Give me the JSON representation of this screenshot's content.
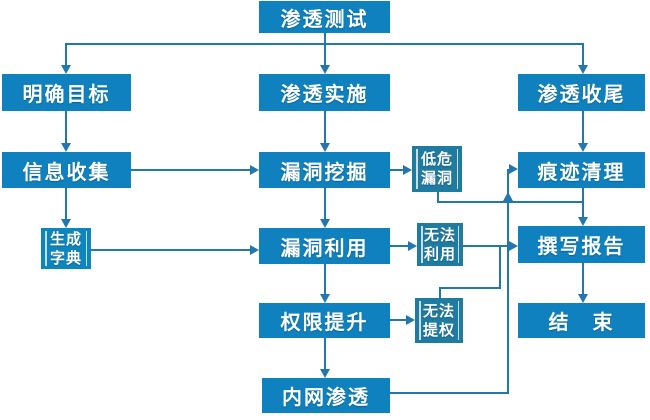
{
  "diagram_type": "flowchart",
  "colors": {
    "box": "#0e81be",
    "small_box": "#207ba1",
    "line": "#2277b0",
    "text": "#ffffff",
    "background": "#ffffff"
  },
  "nodes": {
    "pentest": {
      "label": "渗透测试"
    },
    "target": {
      "label": "明确目标"
    },
    "implement": {
      "label": "渗透实施"
    },
    "closing": {
      "label": "渗透收尾"
    },
    "info": {
      "label": "信息收集"
    },
    "mining": {
      "label": "漏洞挖掘"
    },
    "lowrisk": {
      "label": "低危\n漏洞"
    },
    "trace": {
      "label": "痕迹清理"
    },
    "dict": {
      "label": "生成\n字典"
    },
    "exploit": {
      "label": "漏洞利用"
    },
    "cantexploit": {
      "label": "无法\n利用"
    },
    "report": {
      "label": "撰写报告"
    },
    "privesc": {
      "label": "权限提升"
    },
    "cantpriv": {
      "label": "无法\n提权"
    },
    "end": {
      "label": "结　束"
    },
    "intranet": {
      "label": "内网渗透"
    }
  },
  "edges": [
    {
      "from": "pentest",
      "to": "target"
    },
    {
      "from": "pentest",
      "to": "implement"
    },
    {
      "from": "pentest",
      "to": "closing"
    },
    {
      "from": "target",
      "to": "info"
    },
    {
      "from": "info",
      "to": "dict"
    },
    {
      "from": "info",
      "to": "mining"
    },
    {
      "from": "dict",
      "to": "exploit"
    },
    {
      "from": "implement",
      "to": "mining"
    },
    {
      "from": "mining",
      "to": "lowrisk"
    },
    {
      "from": "mining",
      "to": "exploit"
    },
    {
      "from": "exploit",
      "to": "cantexploit"
    },
    {
      "from": "exploit",
      "to": "privesc"
    },
    {
      "from": "privesc",
      "to": "cantpriv"
    },
    {
      "from": "privesc",
      "to": "intranet"
    },
    {
      "from": "lowrisk",
      "to": "report"
    },
    {
      "from": "cantexploit",
      "to": "report"
    },
    {
      "from": "cantpriv",
      "to": "report"
    },
    {
      "from": "intranet",
      "to": "trace"
    },
    {
      "from": "closing",
      "to": "trace"
    },
    {
      "from": "trace",
      "to": "report"
    },
    {
      "from": "report",
      "to": "end"
    }
  ]
}
